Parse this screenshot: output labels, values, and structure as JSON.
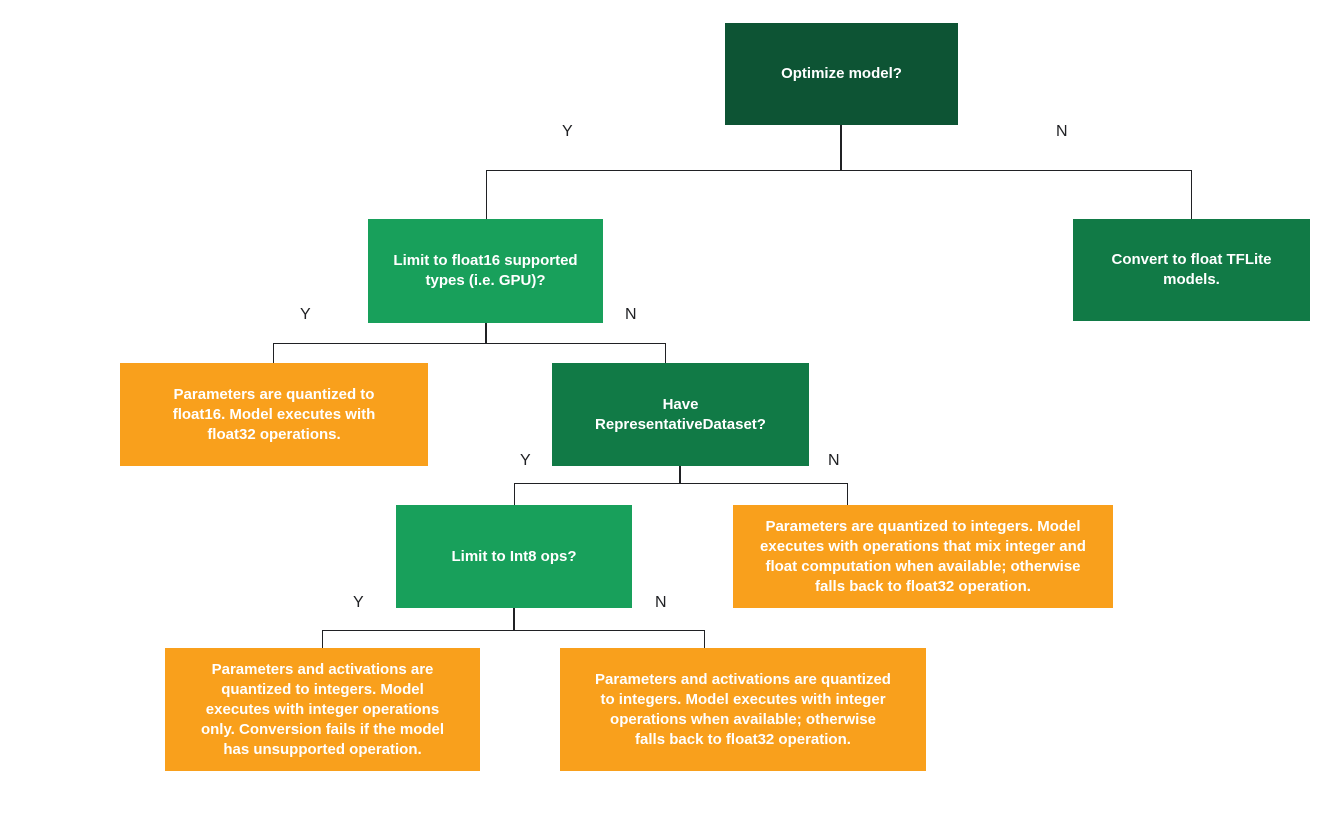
{
  "colors": {
    "background": "#ffffff",
    "dark_green": "#0d5434",
    "mid_green": "#117a46",
    "bright_green": "#18a05b",
    "orange": "#f9a01c",
    "line": "#202124",
    "node_text": "#ffffff",
    "edge_label_text": "#202124"
  },
  "nodes": {
    "optimize": {
      "label": "Optimize model?",
      "color_role": "dark_green"
    },
    "limit_float16": {
      "label": "Limit to float16 supported types (i.e. GPU)?",
      "color_role": "bright_green"
    },
    "convert_float": {
      "label": "Convert to float TFLite models.",
      "color_role": "mid_green"
    },
    "float16_result": {
      "label": "Parameters are quantized to float16. Model executes with float32 operations.",
      "color_role": "orange"
    },
    "have_repdataset": {
      "label": "Have RepresentativeDataset?",
      "color_role": "mid_green"
    },
    "limit_int8": {
      "label": "Limit to Int8 ops?",
      "color_role": "bright_green"
    },
    "mixed_result": {
      "label": "Parameters are quantized to integers. Model executes with operations that mix integer and float computation when available; otherwise falls back to float32 operation.",
      "color_role": "orange"
    },
    "int8_only_result": {
      "label": "Parameters and activations are quantized to integers. Model executes with integer operations only. Conversion fails if the model has unsupported operation.",
      "color_role": "orange"
    },
    "int8_fallback_result": {
      "label": "Parameters and activations are quantized to integers. Model executes with integer operations when available; otherwise falls back to float32 operation.",
      "color_role": "orange"
    }
  },
  "edge_labels": {
    "optimize_yes": "Y",
    "optimize_no": "N",
    "limit_float16_yes": "Y",
    "limit_float16_no": "N",
    "have_repdataset_yes": "Y",
    "have_repdataset_no": "N",
    "limit_int8_yes": "Y",
    "limit_int8_no": "N"
  }
}
